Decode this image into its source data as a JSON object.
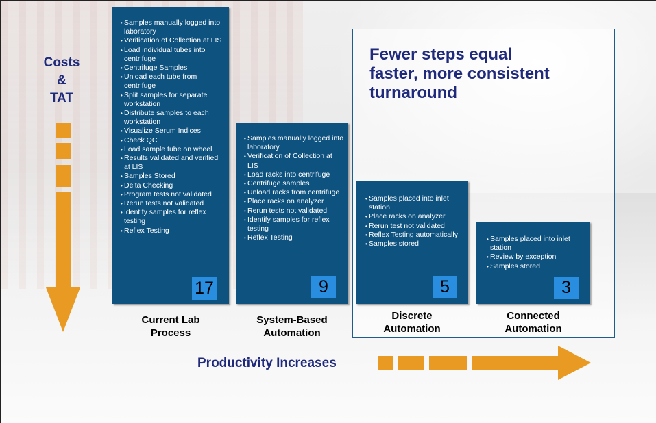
{
  "colors": {
    "box_fill": "#0e5280",
    "count_fill": "#2a8ee0",
    "arrow_orange": "#e89a22",
    "heading_navy": "#1f2a7c"
  },
  "vertical_axis": {
    "label": "Costs\n&\nTAT"
  },
  "horizontal_axis": {
    "label": "Productivity Increases"
  },
  "callout": {
    "text": "Fewer steps equal\nfaster, more consistent\nturnaround"
  },
  "stages": [
    {
      "label": "Current Lab\nProcess",
      "count": "17",
      "items": [
        "Samples manually logged into laboratory",
        "Verification of Collection at LIS",
        "Load individual tubes into centrifuge",
        "Centrifuge Samples",
        "Unload each tube from centrifuge",
        "Split samples for separate workstation",
        "Distribute samples to each workstation",
        "Visualize Serum Indices",
        "Check QC",
        "Load sample tube on wheel",
        "Results validated and verified at LIS",
        "Samples Stored",
        "Delta Checking",
        "Program tests not validated",
        "Rerun tests not validated",
        "Identify samples for reflex testing",
        "Reflex Testing"
      ]
    },
    {
      "label": "System-Based\nAutomation",
      "count": "9",
      "items": [
        "Samples manually logged into laboratory",
        "Verification of Collection at LIS",
        "Load racks into centrifuge",
        "Centrifuge samples",
        "Unload racks from centrifuge",
        "Place racks on analyzer",
        "Rerun tests not validated",
        "Identify samples for reflex testing",
        "Reflex Testing"
      ]
    },
    {
      "label": "Discrete\nAutomation",
      "count": "5",
      "items": [
        "Samples placed into inlet station",
        "Place racks on analyzer",
        "Rerun test not validated",
        "Reflex Testing automatically",
        "Samples stored"
      ]
    },
    {
      "label": "Connected\nAutomation",
      "count": "3",
      "items": [
        "Samples placed into inlet station",
        "Review by exception",
        "Samples stored"
      ]
    }
  ]
}
